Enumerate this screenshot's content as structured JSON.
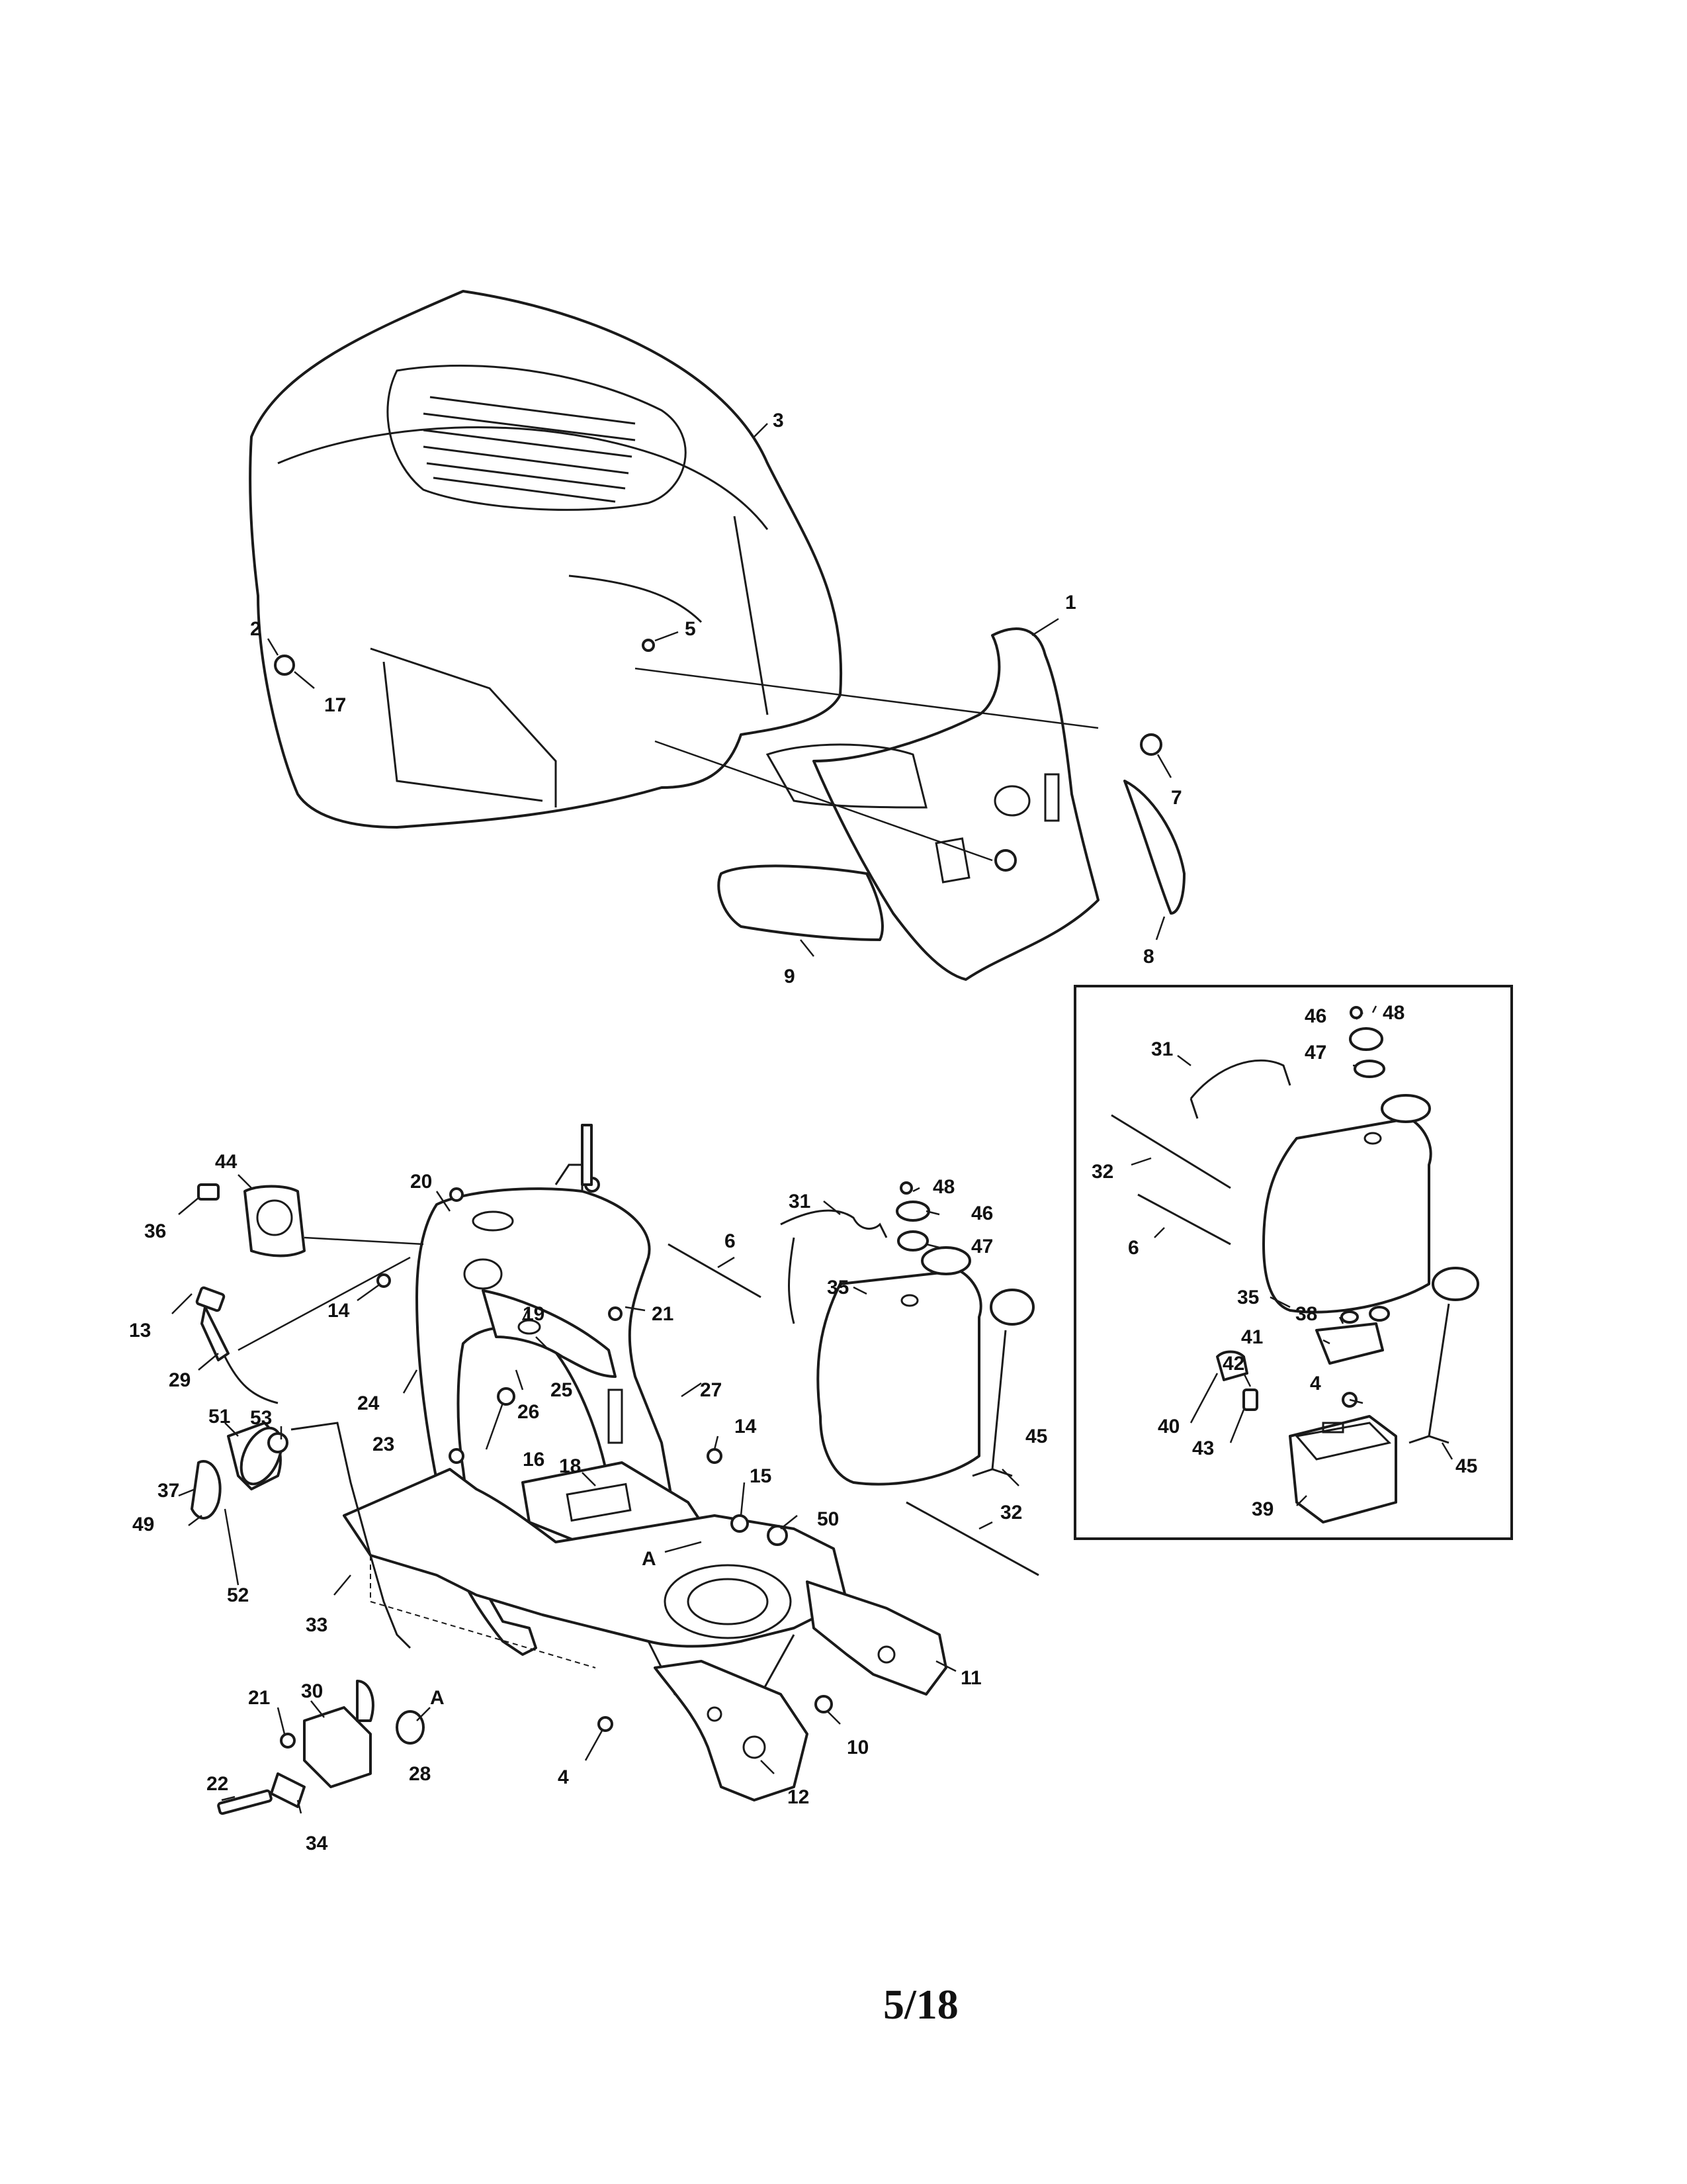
{
  "page": {
    "number_label": "5/18"
  },
  "callouts": {
    "c1": "1",
    "c2": "2",
    "c3": "3",
    "c5": "5",
    "c7": "7",
    "c8": "8",
    "c9": "9",
    "c17": "17",
    "c44": "44",
    "c36": "36",
    "c13": "13",
    "c29": "29",
    "c20": "20",
    "c14a": "14",
    "c19": "19",
    "c21a": "21",
    "c6": "6",
    "c24": "24",
    "c26": "26",
    "c25": "25",
    "c27": "27",
    "c14b": "14",
    "c23": "23",
    "c16": "16",
    "c18": "18",
    "c15": "15",
    "c50": "50",
    "cA1": "A",
    "c51": "51",
    "c53": "53",
    "c37": "37",
    "c49": "49",
    "c52": "52",
    "c33": "33",
    "c21b": "21",
    "c30": "30",
    "cA2": "A",
    "c22": "22",
    "c28": "28",
    "c34": "34",
    "c4": "4",
    "c10": "10",
    "c11": "11",
    "c12": "12",
    "c31": "31",
    "c48": "48",
    "c46": "46",
    "c47": "47",
    "c35": "35",
    "c45": "45",
    "c32": "32",
    "i46": "46",
    "i48": "48",
    "i31": "31",
    "i47": "47",
    "i32": "32",
    "i6": "6",
    "i35": "35",
    "i38": "38",
    "i41": "41",
    "i42": "42",
    "i4": "4",
    "i40": "40",
    "i43": "43",
    "i45": "45",
    "i39": "39"
  },
  "colors": {
    "line": "#1a1a1a",
    "paper": "#ffffff"
  }
}
